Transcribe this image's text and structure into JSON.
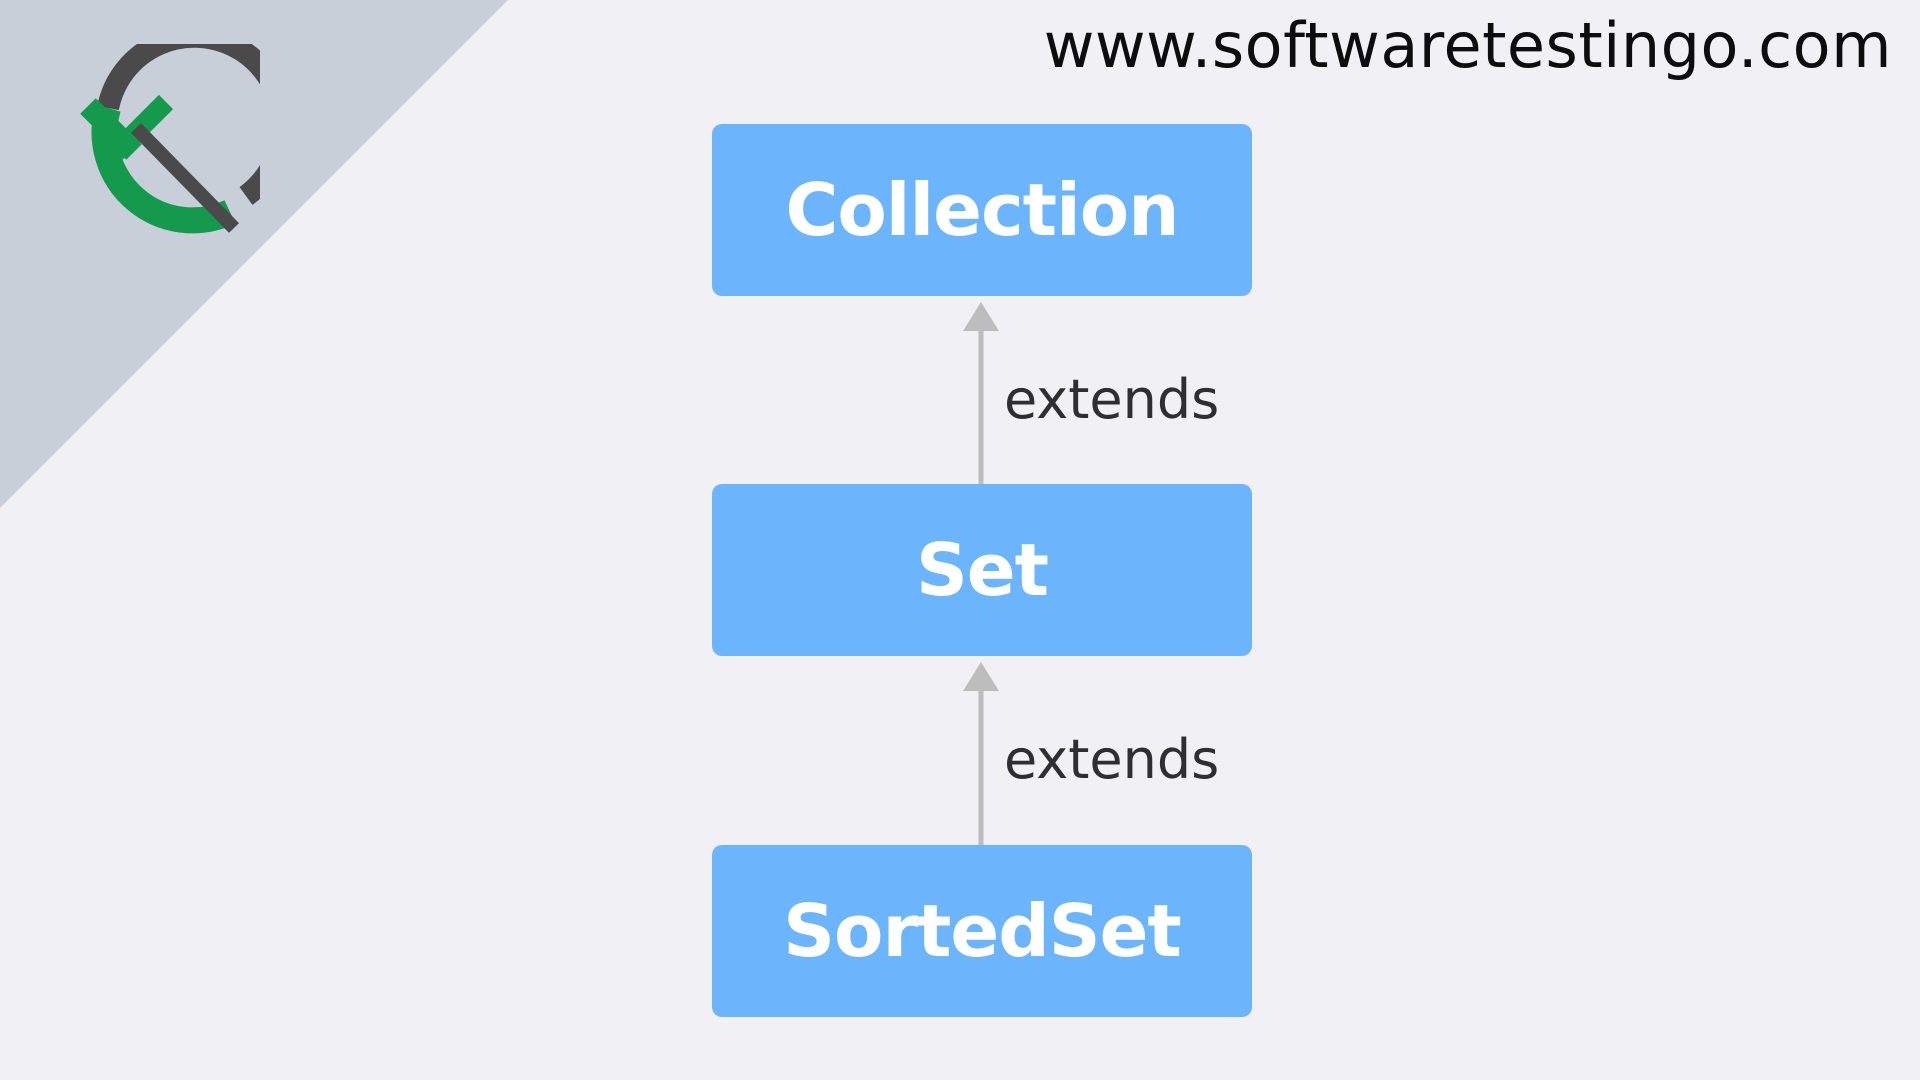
{
  "header": {
    "site_url": "www.softwaretestingo.com"
  },
  "branding": {
    "logo_icon": "softwaretestingo-logo-icon",
    "corner_band_color": "#c8cfd8",
    "logo_green": "#159a4d",
    "logo_gray": "#4a4a4a"
  },
  "diagram": {
    "node_color": "#6cb5fc",
    "arrow_color": "#bdbdbd",
    "nodes": [
      {
        "label": "Collection"
      },
      {
        "label": "Set"
      },
      {
        "label": "SortedSet"
      }
    ],
    "edges": [
      {
        "from": "Set",
        "to": "Collection",
        "label": "extends"
      },
      {
        "from": "SortedSet",
        "to": "Set",
        "label": "extends"
      }
    ]
  }
}
